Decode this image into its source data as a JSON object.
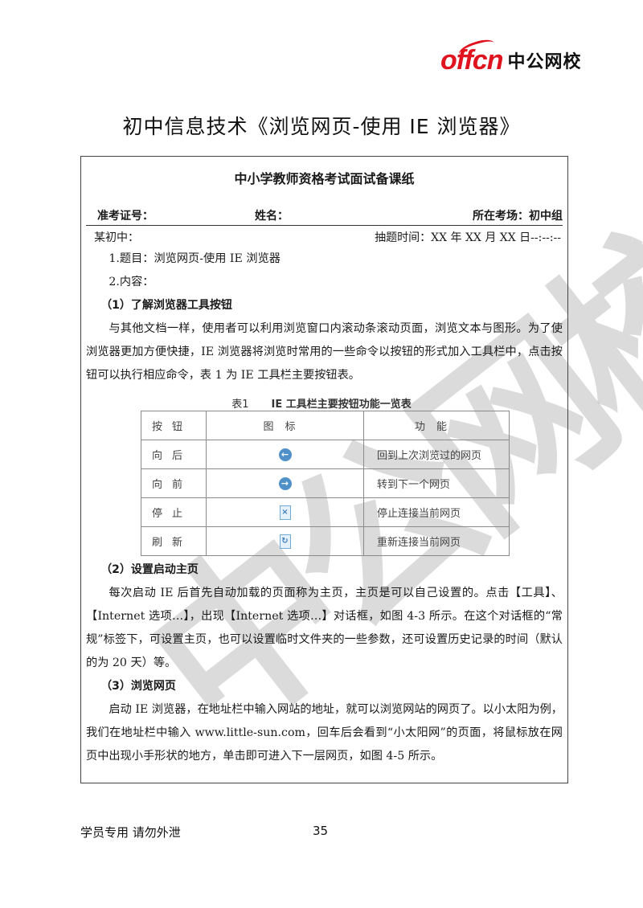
{
  "header": {
    "logo_mark": "offcn",
    "logo_cn": "中公网校",
    "brand_color": "#e0141e"
  },
  "doc_title": "初中信息技术《浏览网页-使用 IE 浏览器》",
  "form": {
    "title": "中小学教师资格考试面试备课纸",
    "exam_id_label": "准考证号：",
    "name_label": "姓名：",
    "site_label": "所在考场：初中组",
    "school": "某初中：",
    "draw_time": "抽题时间：XX 年 XX 月 XX 日--:--:--"
  },
  "content": {
    "item1": "1.题目：浏览网页-使用 IE 浏览器",
    "item2": "2.内容：",
    "section1_title": "（1）了解浏览器工具按钮",
    "section1_para": "与其他文档一样，使用者可以利用浏览窗口内滚动条滚动页面，浏览文本与图形。为了使浏览器更加方便快捷，IE 浏览器将浏览时常用的一些命令以按钮的形式加入工具栏中，点击按钮可以执行相应命令，表 1 为 IE 工具栏主要按钮表。",
    "section2_title": "（2）设置启动主页",
    "section2_para": "每次启动 IE 后首先自动加载的页面称为主页，主页是可以自己设置的。点击【工具】、【Internet 选项…】，出现【Internet 选项…】对话框，如图 4-3 所示。在这个对话框的“常规”标签下，可设置主页，也可以设置临时文件夹的一些参数，还可设置历史记录的时间（默认的为 20 天）等。",
    "section3_title": "（3）浏览网页",
    "section3_para": "启动 IE 浏览器，在地址栏中输入网站的地址，就可以浏览网站的网页了。以小太阳为例，我们在地址栏中输入 www.little-sun.com，回车后会看到“小太阳网”的页面，将鼠标放在网页中出现小手形状的地方，单击即可进入下一层网页，如图 4-5 所示。"
  },
  "table": {
    "caption_num": "表1",
    "caption_text": "IE 工具栏主要按钮功能一览表",
    "headers": [
      "按钮",
      "图标",
      "功能"
    ],
    "rows": [
      {
        "button": "向后",
        "icon": "back-arrow-icon",
        "glyph": "←",
        "function": "回到上次浏览过的网页"
      },
      {
        "button": "向前",
        "icon": "forward-arrow-icon",
        "glyph": "→",
        "function": "转到下一个网页"
      },
      {
        "button": "停止",
        "icon": "stop-icon",
        "glyph": "×",
        "function": "停止连接当前网页"
      },
      {
        "button": "刷新",
        "icon": "refresh-icon",
        "glyph": "↻",
        "function": "重新连接当前网页"
      }
    ]
  },
  "watermark": "中公网校",
  "footer": {
    "notice": "学员专用  请勿外泄",
    "page_number": "35"
  }
}
